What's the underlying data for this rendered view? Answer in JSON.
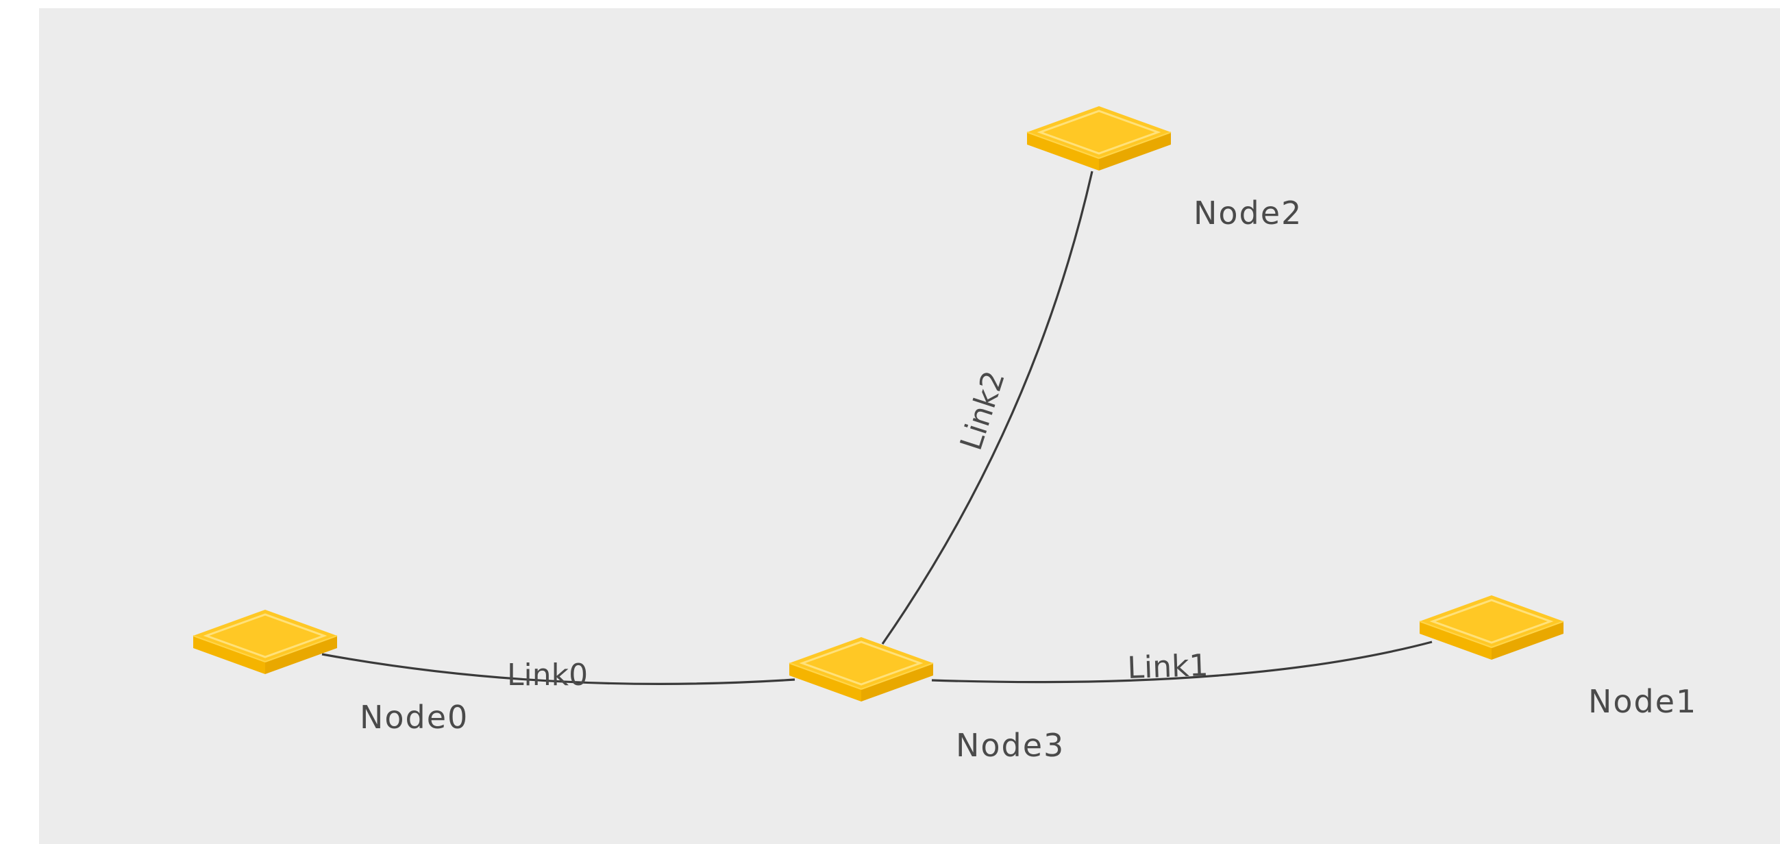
{
  "colors": {
    "canvas_background": "#ececec",
    "link_stroke": "#3a3a3a",
    "node_top": "#ffc825",
    "node_side_left": "#f5b400",
    "node_side_right": "#e9a800",
    "node_highlight": "#ffe17a",
    "label_text": "#4a4a4a"
  },
  "node_icon": "switch-icon",
  "nodes": [
    {
      "id": "node0",
      "label": "Node0"
    },
    {
      "id": "node1",
      "label": "Node1"
    },
    {
      "id": "node2",
      "label": "Node2"
    },
    {
      "id": "node3",
      "label": "Node3"
    }
  ],
  "links": [
    {
      "id": "link0",
      "label": "Link0",
      "source": "node0",
      "target": "node3"
    },
    {
      "id": "link1",
      "label": "Link1",
      "source": "node3",
      "target": "node1"
    },
    {
      "id": "link2",
      "label": "Link2",
      "source": "node3",
      "target": "node2"
    }
  ]
}
